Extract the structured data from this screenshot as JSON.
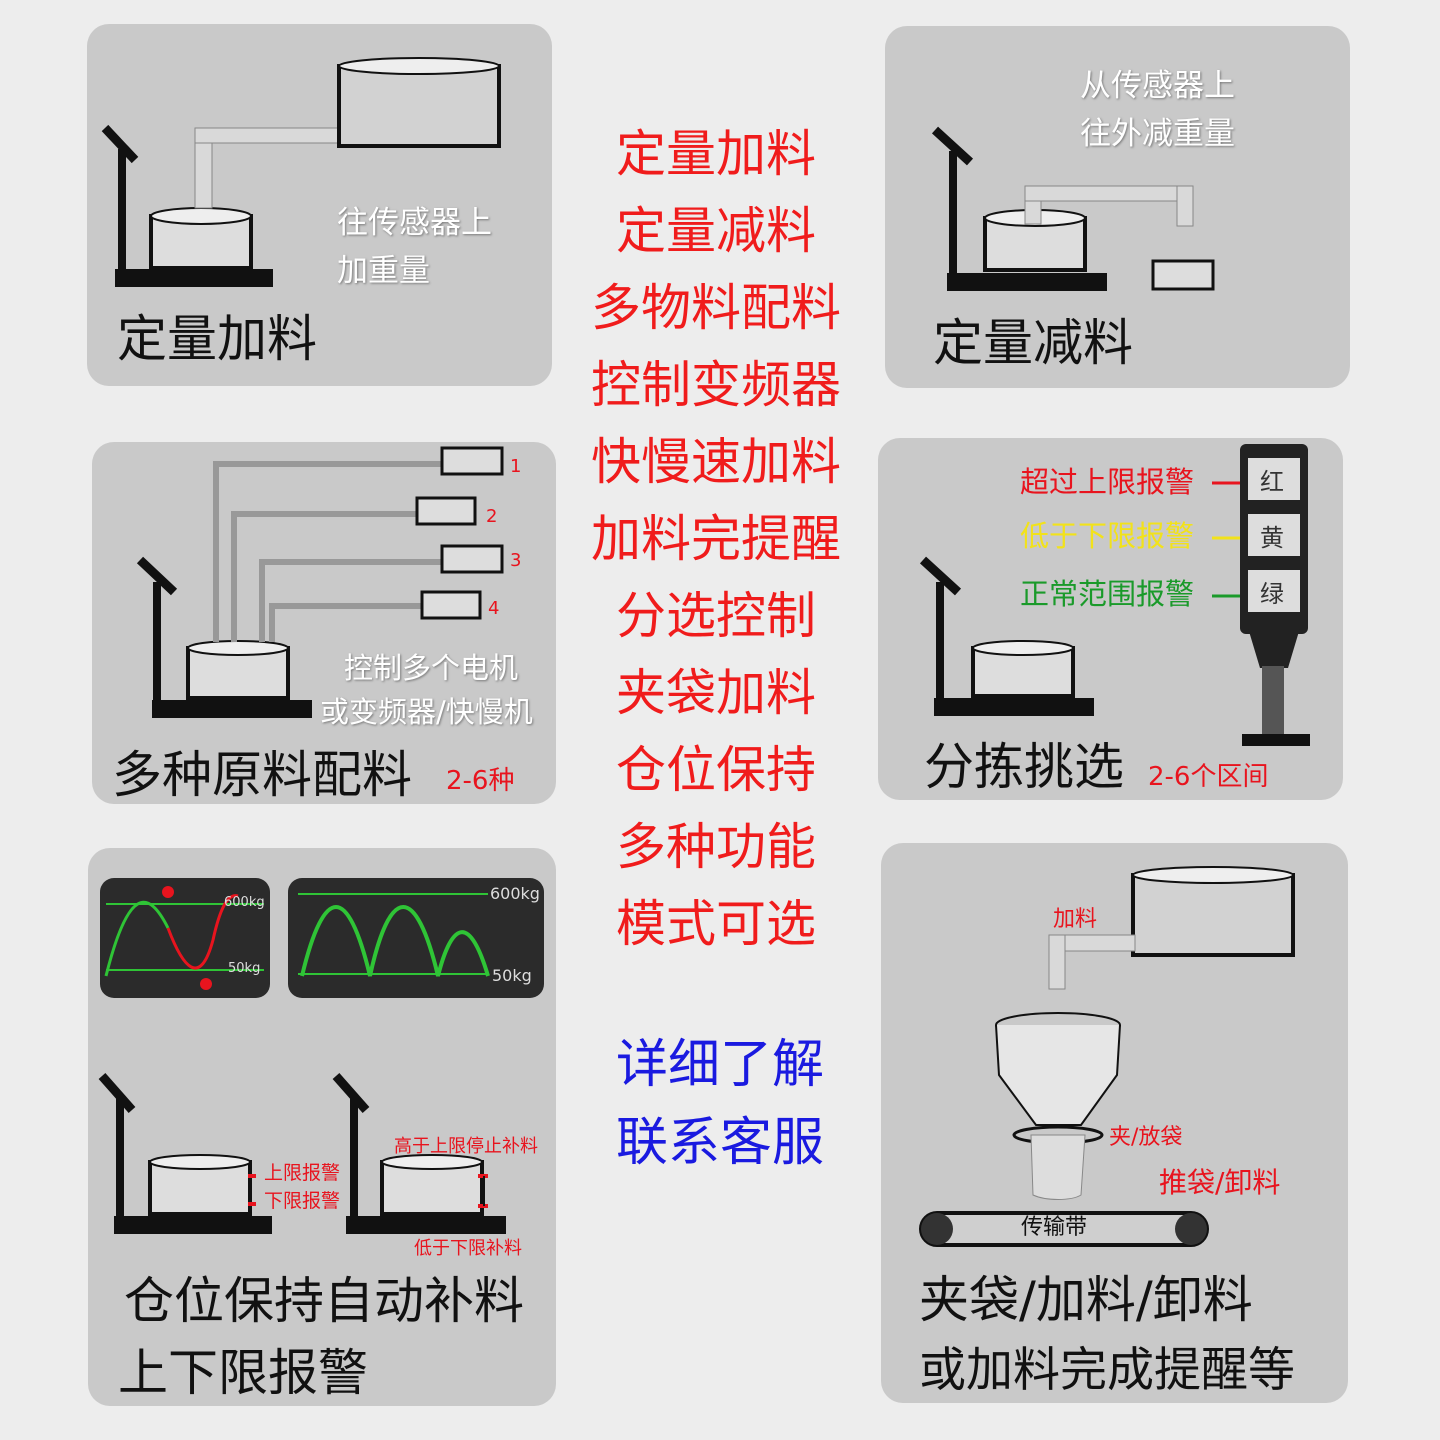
{
  "panel1": {
    "title": "定量加料",
    "note": [
      "往传感器上",
      "加重量"
    ]
  },
  "panel2": {
    "title": "定量减料",
    "note": [
      "从传感器上",
      "往外减重量"
    ]
  },
  "panel3": {
    "title": "多种原料配料",
    "badge": "2-6种",
    "note": [
      "控制多个电机",
      "或变频器/快慢机"
    ],
    "bins": [
      "1",
      "2",
      "3",
      "4"
    ]
  },
  "panel4": {
    "title": "分拣挑选",
    "badge": "2-6个区间",
    "alarms": [
      {
        "label": "超过上限报警",
        "lamp": "红",
        "color": "#e8141e"
      },
      {
        "label": "低于下限报警",
        "lamp": "黄",
        "color": "#f2e21a"
      },
      {
        "label": "正常范围报警",
        "lamp": "绿",
        "color": "#1a9a2a"
      }
    ]
  },
  "panel5": {
    "title": [
      "仓位保持自动补料",
      "上下限报警"
    ],
    "chart_upper": "600kg",
    "chart_lower": "50kg",
    "upper_alarm": "上限报警",
    "lower_alarm": "下限报警",
    "stop_refill": "高于上限停止补料",
    "start_refill": "低于下限补料"
  },
  "panel6": {
    "title": [
      "夹袋/加料/卸料",
      "或加料完成提醒等"
    ],
    "feed": "加料",
    "clamp": "夹/放袋",
    "push": "推袋/卸料",
    "conveyor": "传输带"
  },
  "center": {
    "features": [
      "定量加料",
      "定量减料",
      "多物料配料",
      "控制变频器",
      "快慢速加料",
      "加料完提醒",
      "分选控制",
      "夹袋加料",
      "仓位保持",
      "多种功能",
      "模式可选"
    ],
    "contact": [
      "详细了解",
      "联系客服"
    ]
  },
  "colors": {
    "panel": "#c9c9c9",
    "feature_text": "#f01c1c",
    "contact_text": "#1a1ae0",
    "alarm_red": "#e8141e"
  }
}
